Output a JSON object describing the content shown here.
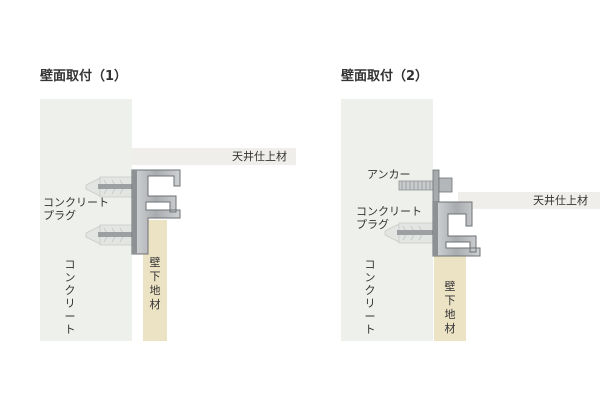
{
  "panels": [
    {
      "title": "壁面取付（1）",
      "ceiling_finish": "天井仕上材",
      "plug_line1": "コンクリート",
      "plug_line2": "プラグ",
      "concrete_chars": [
        "コ",
        "ン",
        "ク",
        "リ",
        "ー",
        "ト"
      ],
      "wall_base_chars": [
        "壁",
        "下",
        "地",
        "材"
      ]
    },
    {
      "title": "壁面取付（2）",
      "ceiling_finish": "天井仕上材",
      "anchor": "アンカー",
      "plug_line1": "コンクリート",
      "plug_line2": "プラグ",
      "concrete_chars": [
        "コ",
        "ン",
        "ク",
        "リ",
        "ー",
        "ト"
      ],
      "wall_base_chars": [
        "壁",
        "下",
        "地",
        "材"
      ]
    }
  ],
  "colors": {
    "concrete": "#eef0ec",
    "ceiling_finish": "#efeeea",
    "wall_base": "#ece2c4",
    "rail": "#b8bbbd",
    "rail_edge": "#6f7275",
    "plug": "#e3e5e3"
  }
}
